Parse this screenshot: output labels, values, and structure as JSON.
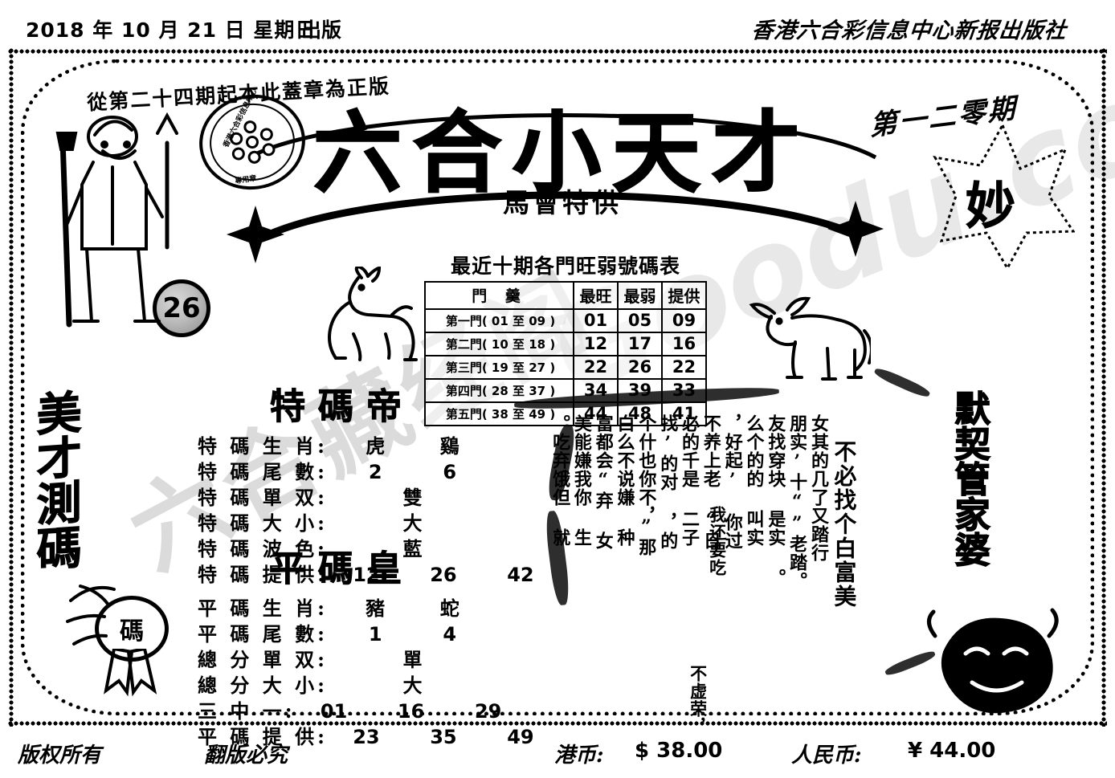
{
  "header": {
    "date": "2018 年 10 月 21 日  星期日",
    "publish": "出版",
    "publisher": "香港六合彩信息中心新报出版社"
  },
  "banner": {
    "stamp_note": "從第二十四期起本此蓋章為正版",
    "issue": "第一二零期",
    "masthead": "六合小天才",
    "masthead_sub": "馬會特供",
    "seal_text_top": "香港六合彩信息中心",
    "seal_text_bottom": "專用章",
    "ball_number": "26",
    "left_brush": "美才測碼",
    "rosette_label": "碼",
    "right_brush": "默契管家婆",
    "corner_burst": "妙"
  },
  "table": {
    "title": "最近十期各門旺弱號碼表",
    "columns": [
      "門  羹",
      "最旺",
      "最弱",
      "提供"
    ],
    "rows": [
      {
        "gate": "第一門( 01 至 09 )",
        "hot": "01",
        "cold": "05",
        "offer": "09"
      },
      {
        "gate": "第二門( 10 至 18 )",
        "hot": "12",
        "cold": "17",
        "offer": "16"
      },
      {
        "gate": "第三門( 19 至 27 )",
        "hot": "22",
        "cold": "26",
        "offer": "22"
      },
      {
        "gate": "第四門( 28 至 37 )",
        "hot": "34",
        "cold": "39",
        "offer": "33"
      },
      {
        "gate": "第五門( 38 至 49 )",
        "hot": "44",
        "cold": "48",
        "offer": "41"
      }
    ]
  },
  "special": {
    "title": "特碼帝",
    "rows": [
      {
        "label": "特 碼 生 肖:",
        "values": [
          "虎",
          "鷄"
        ],
        "layout": "two"
      },
      {
        "label": "特 碼 尾 數:",
        "values": [
          "2",
          "6"
        ],
        "layout": "two"
      },
      {
        "label": "特 碼 單 双:",
        "values": [
          "雙"
        ],
        "layout": "one"
      },
      {
        "label": "特 碼 大 小:",
        "values": [
          "大"
        ],
        "layout": "one"
      },
      {
        "label": "特 碼 波 色:",
        "values": [
          "藍"
        ],
        "layout": "one"
      },
      {
        "label": "特 碼 提 供:",
        "values": [
          "12",
          "26",
          "42"
        ],
        "layout": "three"
      }
    ]
  },
  "normal": {
    "title": "平碼皇",
    "rows": [
      {
        "label": "平 碼 生 肖:",
        "values": [
          "豬",
          "蛇"
        ],
        "layout": "two"
      },
      {
        "label": "平 碼 尾 數:",
        "values": [
          "1",
          "4"
        ],
        "layout": "two"
      },
      {
        "label": "總 分 單 双:",
        "values": [
          "單"
        ],
        "layout": "one"
      },
      {
        "label": "總 分 大 小:",
        "values": [
          "大"
        ],
        "layout": "one"
      },
      {
        "label": "三  中  一:",
        "values": [
          "01",
          "16",
          "29"
        ],
        "layout": "three"
      },
      {
        "label": "平 碼 提 供:",
        "values": [
          "23",
          "35",
          "49"
        ],
        "layout": "three"
      }
    ]
  },
  "essay": {
    "columns": [
      "女其的几了又踏行",
      "朋实’十“”老踏。",
      "友找穿块  是实 。",
      "么个的的  叫实",
      "，好起’  你过",
      "不养上老  “日",
      "必的千是  二子",
      "找’的对  ，的",
      "个什也你不，”那",
      "白么不说嫌  种",
      "富都会“弃  女",
      "美能嫌我你  生",
      "。吃弃饿但  就"
    ],
    "inset": [
      "我还要吃",
      "不虚荣，"
    ],
    "slogan": "不必找个白富美"
  },
  "footer": {
    "copyright": "版权所有",
    "reprint": "翻版必究",
    "hkd_label": "港币:",
    "hkd_value": "$ 38.00",
    "cny_label": "人民币:",
    "cny_value": "¥ 44.00"
  },
  "watermark": {
    "text1": "六合藏经阁",
    "text2": "Goodu.com"
  }
}
